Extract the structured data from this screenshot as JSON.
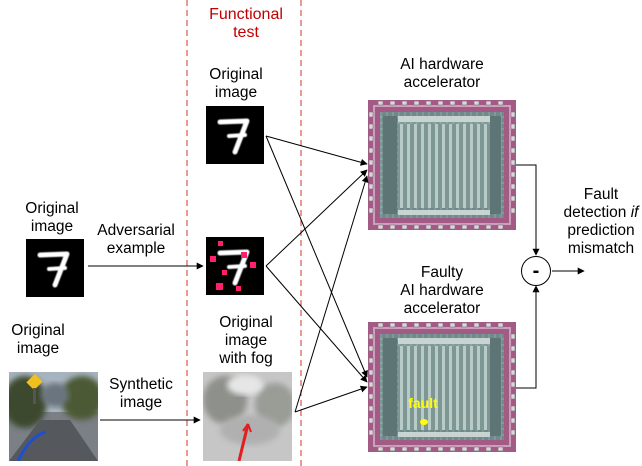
{
  "labels": {
    "functional_test": "Functional\ntest",
    "orig_mnist_top": "Original\nimage",
    "orig_mnist_left": "Original\nimage",
    "adversarial_example": "Adversarial\nexample",
    "orig_road": "Original\nimage",
    "synthetic_image": "Synthetic\nimage",
    "orig_with_fog": "Original\nimage\nwith fog",
    "ai_accel": "AI hardware\naccelerator",
    "faulty_accel": "Faulty\nAI hardware\naccelerator",
    "fault_marker": "fault",
    "fault_detection_pre": "Fault\ndetection ",
    "fault_detection_if": "if",
    "fault_detection_post": "\nprediction\nmismatch",
    "operator": "-"
  },
  "digit": "7",
  "colors": {
    "dash": "#d9534f",
    "red_text": "#c00000",
    "adv_dot": "#ff1f6e",
    "chip_ring": "#8a3b6e",
    "fault_dot": "#ffff00"
  }
}
